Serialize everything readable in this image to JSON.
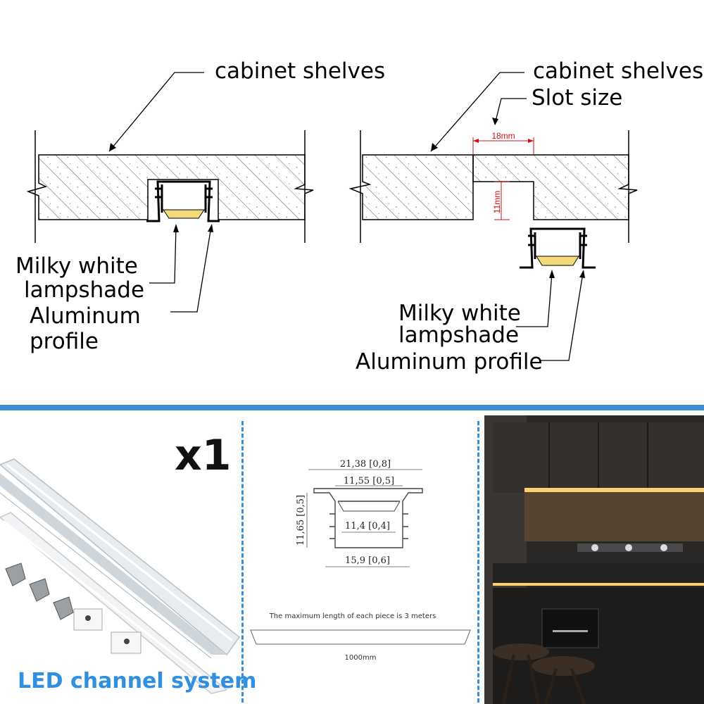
{
  "left_diagram": {
    "label_shelves": "cabinet shelves",
    "label_lampshade_1": "Milky white",
    "label_lampshade_2": "lampshade",
    "label_profile_1": "Aluminum",
    "label_profile_2": "profile"
  },
  "right_diagram": {
    "label_shelves": "cabinet shelves",
    "label_slot": "Slot size",
    "slot_width": "18mm",
    "slot_depth": "11mm",
    "label_lampshade_1": "Milky white",
    "label_lampshade_2": "lampshade",
    "label_profile": "Aluminum profile"
  },
  "product": {
    "quantity": "x1",
    "caption": "LED channel system"
  },
  "drawing": {
    "top_width": "21,38 [0,8]",
    "inner_top": "11,55 [0,5]",
    "height": "11,65 [0,5]",
    "inner_mid": "11,4 [0,4]",
    "bottom_width": "15,9 [0,6]",
    "note": "The maximum length of each piece is 3 meters",
    "length": "1000mm"
  },
  "colors": {
    "separator": "#3a8fd6",
    "lampshade": "#f3d97a",
    "slot_dimension": "#d01010",
    "caption": "#2f8fe0"
  }
}
